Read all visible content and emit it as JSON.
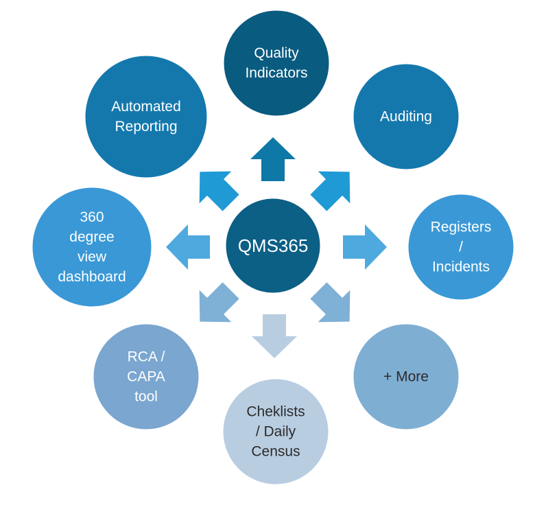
{
  "hub": {
    "label": "QMS365",
    "fill": "#0c5f85",
    "text_color": "#ffffff"
  },
  "nodes": [
    {
      "id": "quality-indicators",
      "lines": [
        "Quality",
        "Indicators"
      ],
      "fill": "#0a5b80",
      "text_color": "#ffffff"
    },
    {
      "id": "auditing",
      "lines": [
        "Auditing"
      ],
      "fill": "#1478ad",
      "text_color": "#ffffff"
    },
    {
      "id": "registers-incidents",
      "lines": [
        "Registers",
        "/",
        "Incidents"
      ],
      "fill": "#3a98d6",
      "text_color": "#ffffff"
    },
    {
      "id": "more",
      "lines": [
        "+ More"
      ],
      "fill": "#7faed3",
      "text_color": "#2b2b2b"
    },
    {
      "id": "checklists-daily-census",
      "lines": [
        "Cheklists",
        "/ Daily",
        "Census"
      ],
      "fill": "#b9cde1",
      "text_color": "#2b2b2b"
    },
    {
      "id": "rca-capa-tool",
      "lines": [
        "RCA /",
        "CAPA",
        "tool"
      ],
      "fill": "#7aa6cf",
      "text_color": "#ffffff"
    },
    {
      "id": "360-degree-view-dashboard",
      "lines": [
        "360",
        "degree",
        "view",
        "dashboard"
      ],
      "fill": "#3a98d6",
      "text_color": "#ffffff"
    },
    {
      "id": "automated-reporting",
      "lines": [
        "Automated",
        "Reporting"
      ],
      "fill": "#1478ad",
      "text_color": "#ffffff"
    }
  ],
  "arrows": [
    {
      "direction": "up",
      "fill": "#0e78a7"
    },
    {
      "direction": "up-right",
      "fill": "#1f9ad4"
    },
    {
      "direction": "right",
      "fill": "#4da9de"
    },
    {
      "direction": "down-right",
      "fill": "#7fb0d6"
    },
    {
      "direction": "down",
      "fill": "#b9cde1"
    },
    {
      "direction": "down-left",
      "fill": "#7fb0d6"
    },
    {
      "direction": "left",
      "fill": "#4da9de"
    },
    {
      "direction": "up-left",
      "fill": "#1f9ad4"
    }
  ]
}
